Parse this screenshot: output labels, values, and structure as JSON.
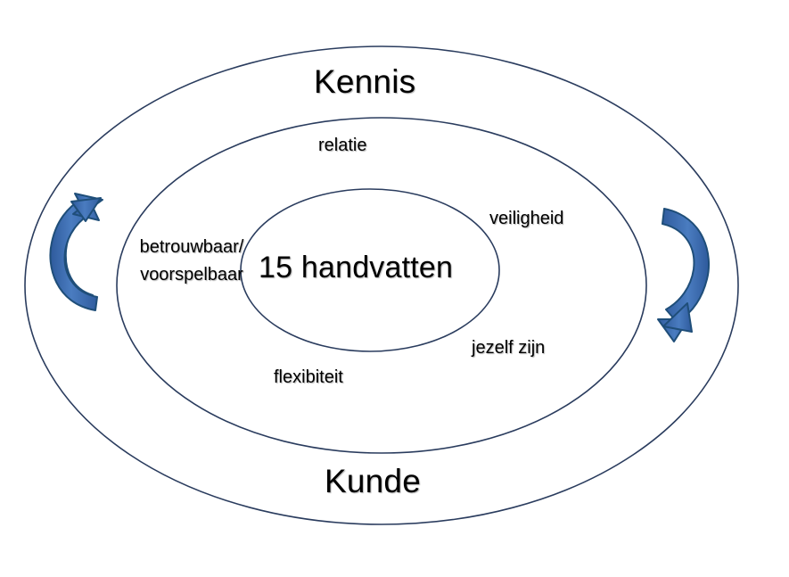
{
  "diagram": {
    "type": "concentric-ellipses",
    "background_color": "#ffffff",
    "ellipse_stroke_color": "#2a3c5e",
    "arrow_fill_color": "#3e6db5",
    "arrow_stroke_color": "#1f4e79",
    "text_color": "#000000",
    "outer_ring": {
      "top_label": "Kennis",
      "bottom_label": "Kunde"
    },
    "middle_ring": {
      "labels": [
        {
          "id": "relatie",
          "text": "relatie"
        },
        {
          "id": "veiligheid",
          "text": "veiligheid"
        },
        {
          "id": "betrouwbaar",
          "text": "betrouwbaar/ voorspelbaar"
        },
        {
          "id": "jezelf",
          "text": "jezelf zijn"
        },
        {
          "id": "flexibiteit",
          "text": "flexibiteit"
        }
      ]
    },
    "inner_ring": {
      "label": "15 handvatten"
    },
    "arrows": [
      {
        "id": "left-arrow",
        "direction": "counter-clockwise-up",
        "shape": "curved-c-arrow"
      },
      {
        "id": "right-arrow",
        "direction": "counter-clockwise-down",
        "shape": "curved-reverse-c-arrow"
      }
    ]
  }
}
